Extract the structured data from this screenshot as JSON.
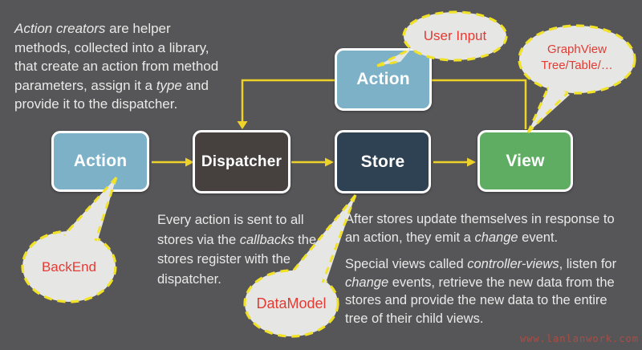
{
  "colors": {
    "background": "#565659",
    "connector_yellow": "#EFD229",
    "callout_border_yellow": "#F1E227",
    "callout_fill": "#E6E6E4",
    "callout_text_red": "#E33B33",
    "box_action_blue": "#7CB1C7",
    "box_dispatcher_gray": "#46413F",
    "box_store_navy": "#2F4254",
    "box_view_green": "#5FAD62",
    "paragraph_text": "#E9E9E7",
    "watermark_red": "#AE4C42"
  },
  "boxes": {
    "action_top": "Action",
    "action_left": "Action",
    "dispatcher": "Dispatcher",
    "store": "Store",
    "view": "View"
  },
  "callouts": {
    "user_input": "User Input",
    "graphview_line1": "GraphView",
    "graphview_line2": "Tree/Table/…",
    "backend": "BackEnd",
    "datamodel": "DataModel"
  },
  "intro": {
    "l1_italic": "Action creators",
    "l1_rest": " are helper",
    "l2": "methods, collected into a library,",
    "l3": "that create an action from method",
    "l4_a": "parameters, assign it a ",
    "l4_italic": "type",
    "l4_b": " and",
    "l5": "provide it to the dispatcher."
  },
  "dispatcher_note": {
    "l1": "Every action is sent to all",
    "l2_a": "stores via the ",
    "l2_italic": "callbacks",
    "l2_b": " the",
    "l3": "stores register with the",
    "l4": "dispatcher."
  },
  "store_note": {
    "l1": "After stores update themselves in response to",
    "l2_a": "an action, they emit a ",
    "l2_italic": "change",
    "l2_b": " event."
  },
  "views_note": {
    "l1_a": "Special views called ",
    "l1_italic": "controller-views",
    "l1_b": ", listen for",
    "l2_italic": "change",
    "l2_a": " events, retrieve the new data from the",
    "l3": "stores and provide the new data to the entire",
    "l4": "tree of their child views."
  },
  "watermark": "www.lanlanwork.com"
}
